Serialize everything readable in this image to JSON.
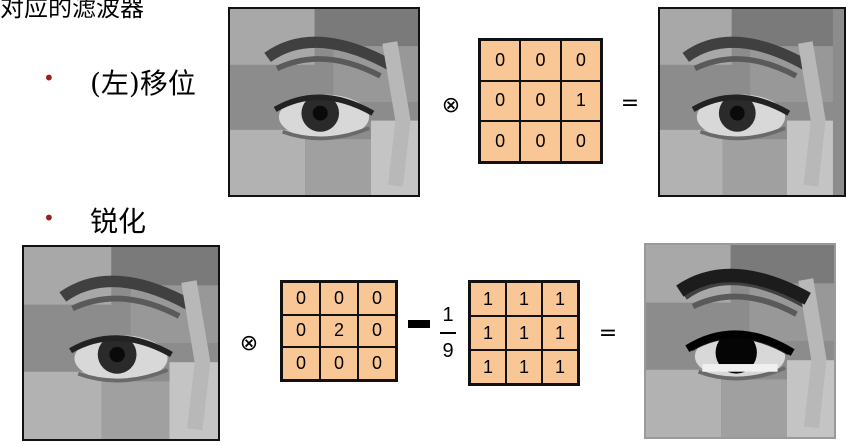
{
  "top_fragment": "对应的滤波器",
  "row1": {
    "bullet": "•",
    "label": "(左)移位",
    "conv_op": "⊗",
    "equals": "=",
    "kernel": [
      [
        "0",
        "0",
        "0"
      ],
      [
        "0",
        "0",
        "1"
      ],
      [
        "0",
        "0",
        "0"
      ]
    ]
  },
  "row2": {
    "bullet": "•",
    "label": "锐化",
    "conv_op": "⊗",
    "kernel_a": [
      [
        "0",
        "0",
        "0"
      ],
      [
        "0",
        "2",
        "0"
      ],
      [
        "0",
        "0",
        "0"
      ]
    ],
    "fraction": {
      "numerator": "1",
      "denominator": "9"
    },
    "kernel_b": [
      [
        "1",
        "1",
        "1"
      ],
      [
        "1",
        "1",
        "1"
      ],
      [
        "1",
        "1",
        "1"
      ]
    ],
    "equals": "="
  },
  "colors": {
    "kernel_fill": "#f9c795",
    "bullet": "#9b1c1c",
    "border": "#111111"
  }
}
